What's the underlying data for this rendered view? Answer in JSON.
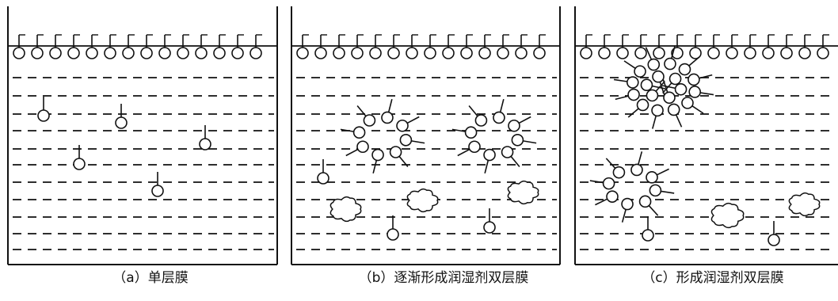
{
  "panels": [
    {
      "id": "a",
      "caption": "（a）单层膜"
    },
    {
      "id": "b",
      "caption": "（b）逐渐形成润湿剂双层膜"
    },
    {
      "id": "c",
      "caption": "（c）形成润湿剂双层膜"
    }
  ]
}
